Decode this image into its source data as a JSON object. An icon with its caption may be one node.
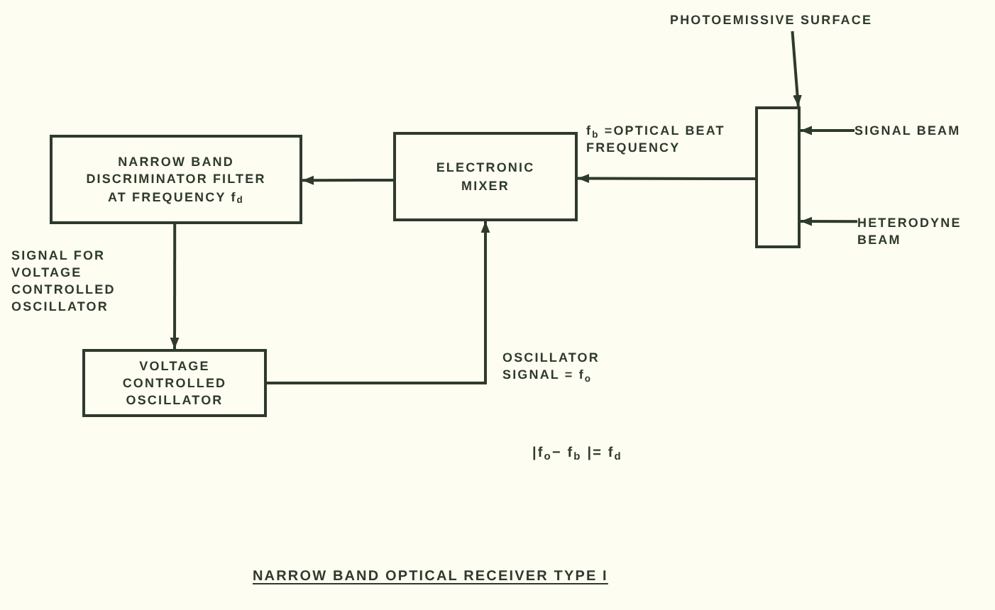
{
  "diagram": {
    "caption": "NARROW BAND OPTICAL RECEIVER TYPE I",
    "nodes": [
      {
        "text": [
          "NARROW BAND DISCRIMINATOR FILTER AT FREQUENCY f$_{d}$"
        ]
      },
      {
        "text": [
          "ELECTRONIC MIXER"
        ]
      },
      {
        "text": [
          "VOLTAGE CONTROLLED OSCILLATOR"
        ]
      },
      {
        "text": [],
        "shape": "box"
      },
      {
        "text": [
          "PHOTOEMISSIVE SURFACE"
        ]
      },
      {
        "text": [
          "SIGNAL BEAM"
        ]
      },
      {
        "text": [
          "HETERODYNE BEAM"
        ]
      }
    ],
    "edges": [
      {
        "from": 3,
        "to": 1,
        "arrow": "to",
        "label": "f$_{b}$ =OPTICAL BEAT FREQUENCY"
      },
      {
        "from": 1,
        "to": 0,
        "arrow": "to"
      },
      {
        "from": 0,
        "to": 2,
        "arrow": "to",
        "label": "SIGNAL FOR VOLTAGE CONTROLLED OSCILLATOR"
      },
      {
        "from": 2,
        "to": 1,
        "arrow": "to",
        "label": "OSCILLATOR SIGNAL = f$_{o}$"
      },
      {
        "from": 4,
        "to": 3,
        "arrow": "to"
      },
      {
        "from": 5,
        "to": 3,
        "arrow": "to"
      },
      {
        "from": 6,
        "to": 3,
        "arrow": "to"
      }
    ],
    "labels": [
      "|f$_{o}$− f$_{b}$ |= f$_{d}$"
    ]
  }
}
